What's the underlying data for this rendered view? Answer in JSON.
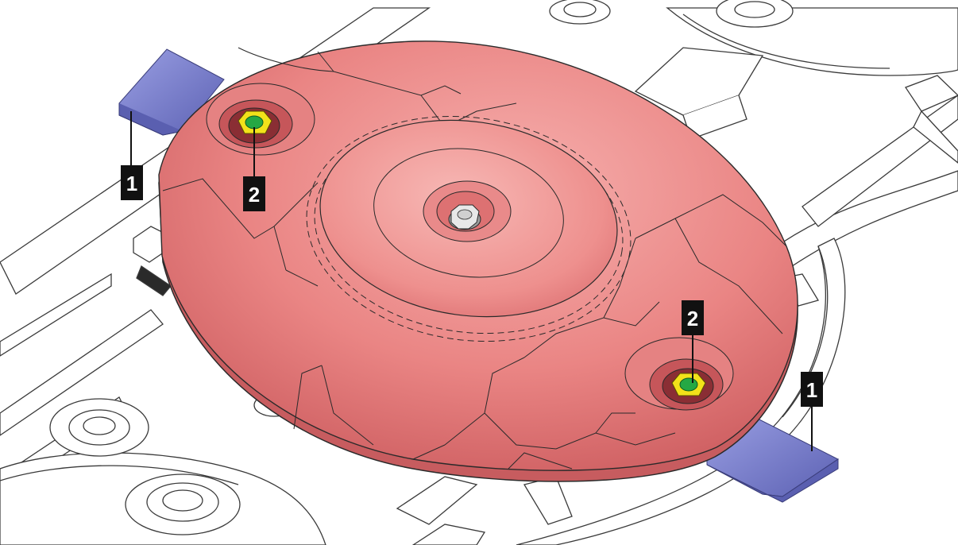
{
  "colors": {
    "background": "#ffffff",
    "disc": "#e8787a",
    "disc_light": "#f5a3a2",
    "disc_dark": "#c2464b",
    "blade": "#7e83d2",
    "blade_dark": "#5a5fb0",
    "nut_yellow": "#f2e21a",
    "nut_green": "#25a844",
    "outline": "#2a2a2a",
    "label_bg": "#111111",
    "label_text": "#ffffff"
  },
  "callouts": [
    {
      "id": "blade-left",
      "label": "1"
    },
    {
      "id": "nut-top",
      "label": "2"
    },
    {
      "id": "nut-bottom",
      "label": "2"
    },
    {
      "id": "blade-right",
      "label": "1"
    }
  ]
}
